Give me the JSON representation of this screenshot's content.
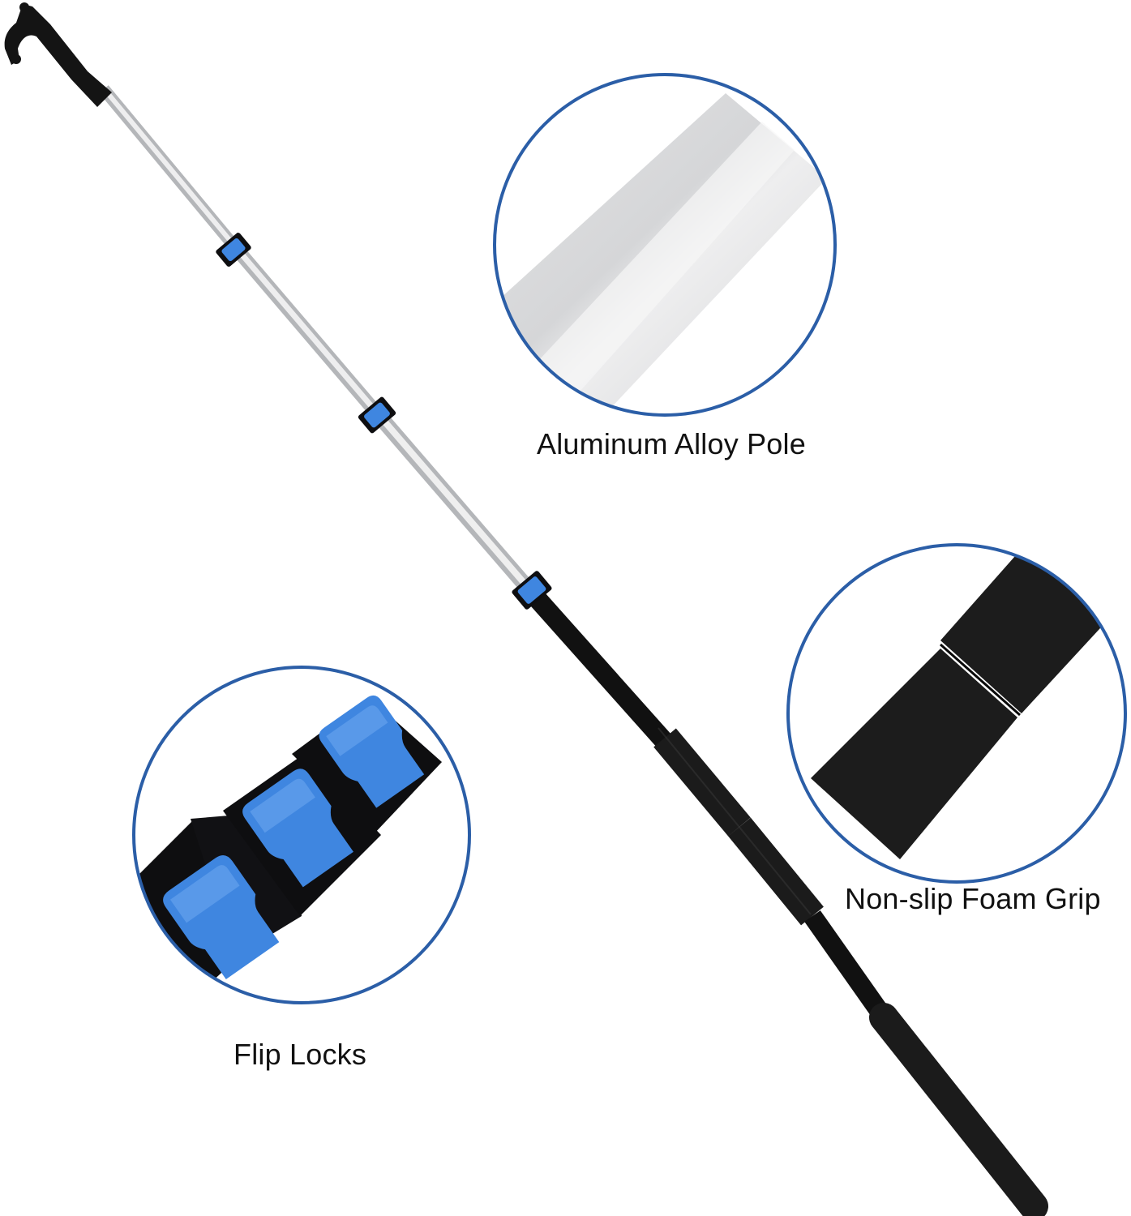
{
  "product": {
    "name": "Telescoping Boat Hook Pole",
    "colors": {
      "background": "#ffffff",
      "callout_ring": "#2b5ea7",
      "aluminum": "#d9dadc",
      "aluminum_highlight": "#f2f2f3",
      "aluminum_shadow": "#b9bbbe",
      "foam": "#1a1a1a",
      "foam_edge": "#2c2c2c",
      "lock_body": "#0e0e10",
      "lock_tab": "#3f86e0",
      "lock_tab_light": "#6aa6ee",
      "label_text": "#111111"
    }
  },
  "callouts": [
    {
      "id": "aluminum",
      "label": "Aluminum Alloy Pole",
      "detail": "close-up of silver aluminum tube"
    },
    {
      "id": "foam",
      "label": "Non-slip Foam Grip",
      "detail": "close-up of black foam grip segments"
    },
    {
      "id": "flip",
      "label": "Flip Locks",
      "detail": "close-up of three blue flip locks on black collars"
    }
  ],
  "pole": {
    "sections": 4,
    "flip_lock_count": 3,
    "hook_color": "#111111"
  }
}
